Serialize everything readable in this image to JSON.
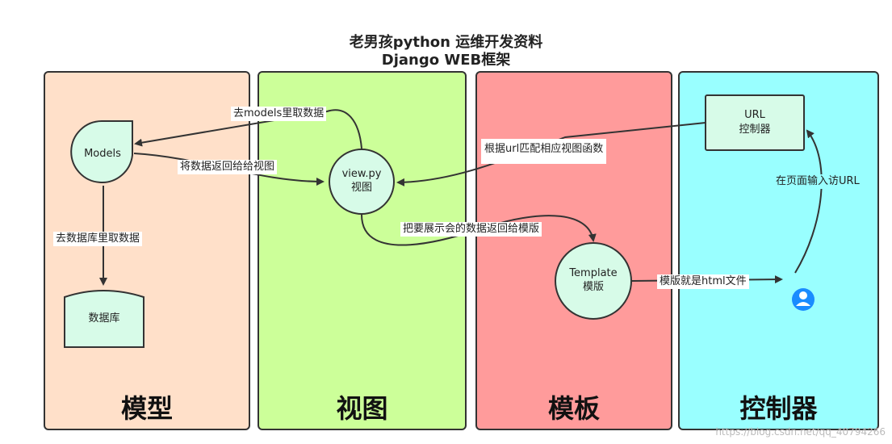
{
  "title": {
    "line1": "老男孩python 运维开发资料",
    "line2": "Django WEB框架"
  },
  "panels": {
    "models": {
      "label": "模型",
      "color": "#ffe0c9"
    },
    "views": {
      "label": "视图",
      "color": "#ccff99"
    },
    "templates": {
      "label": "模板",
      "color": "#ff9b9b"
    },
    "controller": {
      "label": "控制器",
      "color": "#99ffff"
    }
  },
  "nodes": {
    "models": "Models",
    "database": "数据库",
    "view_line1": "view.py",
    "view_line2": "视图",
    "template_line1": "Template",
    "template_line2": "模版",
    "url_line1": "URL",
    "url_line2": "控制器",
    "node_fill": "#d7fbe8"
  },
  "edges": {
    "to_models": "去models里取数据",
    "return_to_view": "将数据返回给给视图",
    "to_db": "去数据库里取数据",
    "url_match": "根据url匹配相应视图函数",
    "render_template": "把要展示会的数据返回给模版",
    "template_is_html": "模版就是html文件",
    "user_input": "在页面输入访URL"
  },
  "icons": {
    "user": "user-icon",
    "user_color": "#1a8cff"
  },
  "watermark": "https://blog.csdn.net/qq_40794266"
}
